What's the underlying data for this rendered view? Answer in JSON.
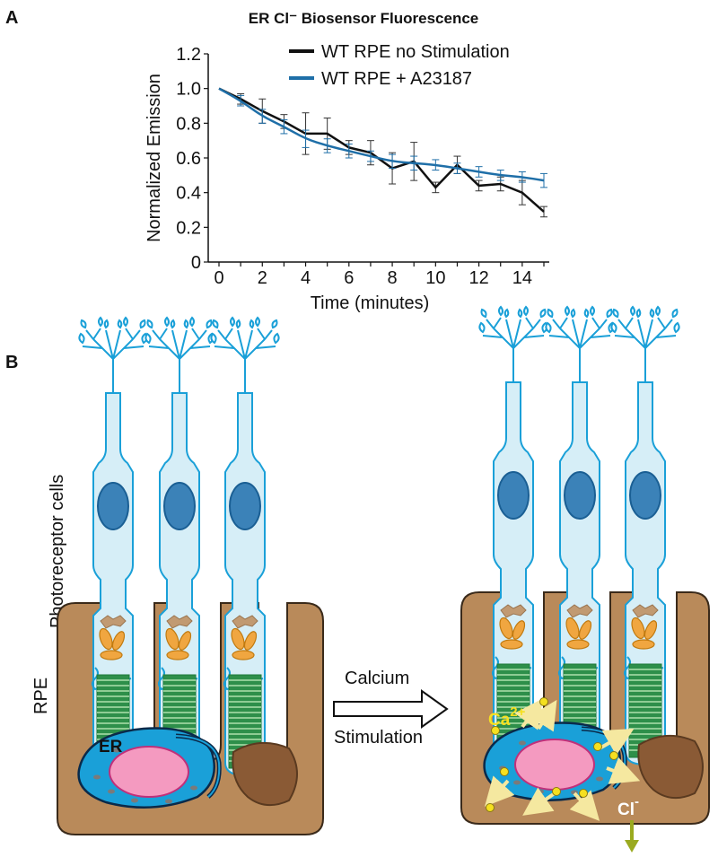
{
  "panels": {
    "a": "A",
    "b": "B"
  },
  "chart_data": {
    "type": "line",
    "title": "ER Cl⁻ Biosensor Fluorescence",
    "xlabel": "Time (minutes)",
    "ylabel": "Normalized Emission",
    "xlim": [
      0,
      15
    ],
    "ylim": [
      0,
      1.2
    ],
    "xticks": [
      0,
      2,
      4,
      6,
      8,
      10,
      12,
      14
    ],
    "yticks": [
      0,
      0.2,
      0.4,
      0.6,
      0.8,
      1.0,
      1.2
    ],
    "legend_position": "top-right",
    "series": [
      {
        "name": "WT RPE no Stimulation",
        "color": "#111111",
        "x": [
          0,
          1,
          2,
          3,
          4,
          5,
          6,
          7,
          8,
          9,
          10,
          11,
          12,
          13,
          14,
          15
        ],
        "y": [
          1.0,
          0.94,
          0.87,
          0.81,
          0.74,
          0.74,
          0.66,
          0.63,
          0.54,
          0.58,
          0.43,
          0.56,
          0.44,
          0.45,
          0.4,
          0.29
        ],
        "err": [
          0,
          0.03,
          0.07,
          0.04,
          0.12,
          0.09,
          0.04,
          0.07,
          0.09,
          0.11,
          0.03,
          0.05,
          0.03,
          0.04,
          0.07,
          0.03
        ]
      },
      {
        "name": "WT RPE + A23187",
        "color": "#1f6fa8",
        "x": [
          0,
          1,
          2,
          3,
          4,
          5,
          6,
          7,
          8,
          9,
          10,
          11,
          12,
          13,
          14,
          15
        ],
        "y": [
          1.0,
          0.93,
          0.84,
          0.78,
          0.71,
          0.67,
          0.64,
          0.61,
          0.58,
          0.57,
          0.56,
          0.54,
          0.52,
          0.5,
          0.49,
          0.47
        ],
        "err": [
          0,
          0.03,
          0.04,
          0.04,
          0.05,
          0.04,
          0.04,
          0.03,
          0.04,
          0.04,
          0.03,
          0.03,
          0.03,
          0.03,
          0.03,
          0.04
        ]
      }
    ]
  },
  "diagram": {
    "photoreceptor_label": "Photoreceptor cells",
    "rpe_label": "RPE",
    "er_label": "ER",
    "arrow_top": "Calcium",
    "arrow_bottom": "Stimulation",
    "ca_label": "Ca",
    "ca_charge": "2+",
    "cl_label": "Cl",
    "cl_charge": "-",
    "colors": {
      "rpe": "#b98a5a",
      "rpe_outline": "#3a2a1a",
      "photoreceptor_fill": "#d6eef7",
      "photoreceptor_outline": "#1aa0d8",
      "nucleus_photo": "#3b82b8",
      "disc_stack": "#1f7a3a",
      "mito": "#f0a640",
      "golgi": "#c19a72",
      "er": "#1aa0d8",
      "rpe_nucleus": "#f49ac0",
      "melanosome": "#8a5a35",
      "ca_ion": "#f5e020",
      "cl_arrow": "#9aaa20"
    }
  }
}
